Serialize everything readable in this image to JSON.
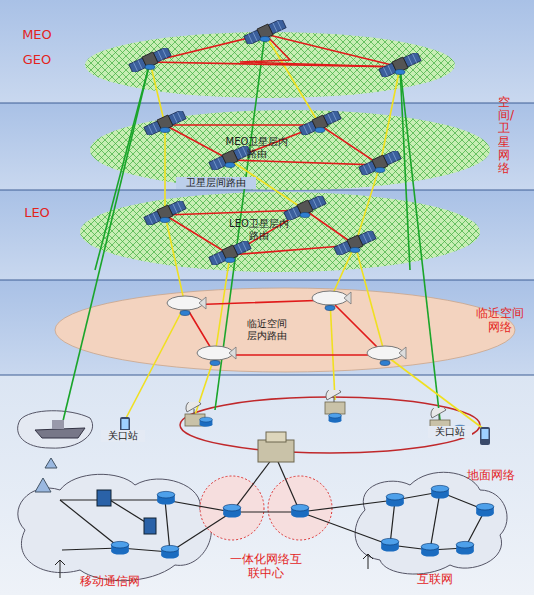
{
  "diagram": {
    "nodes": [
      {
        "text": [
          "GEO"
        ]
      },
      {
        "text": [
          "MEO"
        ]
      },
      {
        "text": [
          "MEO卫星层内路由"
        ],
        "in": 1
      },
      {
        "text": [
          "LEO"
        ]
      },
      {
        "text": [
          "LEO卫星层内路由"
        ],
        "in": 3
      },
      {
        "text": [
          "临近空间网络"
        ]
      },
      {
        "text": [
          "临近空间层内路由"
        ],
        "in": 5
      },
      {
        "text": [
          "移动通信网"
        ]
      },
      {
        "text": [
          "一体化网络互联中心"
        ]
      },
      {
        "text": [
          "互联网"
        ]
      }
    ],
    "labels": [
      "空间/卫星网络",
      "卫星层间路由",
      "关口站",
      "关口站",
      "地面网络"
    ]
  }
}
